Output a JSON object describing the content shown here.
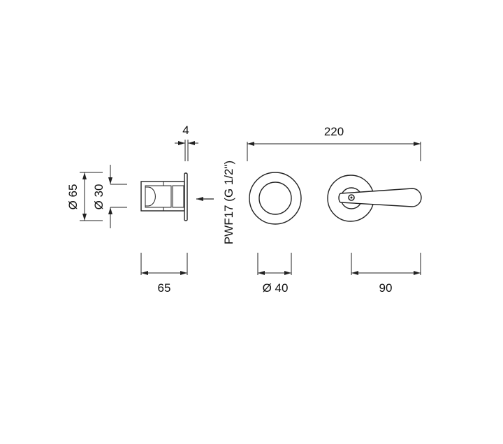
{
  "drawing": {
    "dimensions": {
      "plate_thickness": "4",
      "overall_width": "220",
      "plate_diameter": "Ø 65",
      "body_diameter": "Ø 30",
      "depth": "65",
      "knob_diameter": "Ø 40",
      "lever_length": "90"
    },
    "connection_label": "PWF17 (G 1/2\")",
    "colors": {
      "line": "#222222",
      "background": "#ffffff"
    }
  }
}
